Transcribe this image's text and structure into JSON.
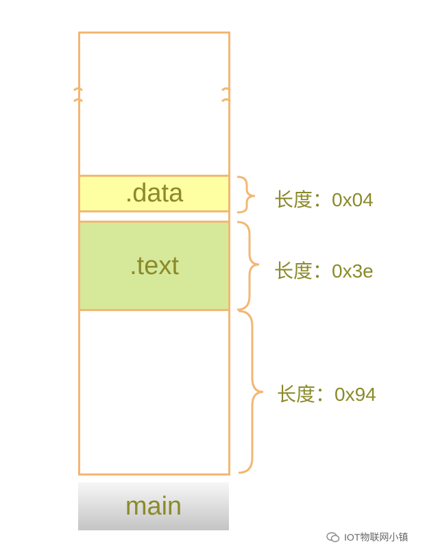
{
  "segments": {
    "data_label": ".data",
    "text_label": ".text",
    "main_label": "main"
  },
  "lengths": {
    "data": "长度：0x04",
    "text": "长度：0x3e",
    "main": "长度：0x94"
  },
  "watermark": "IOT物联网小镇",
  "colors": {
    "border": "#f2b774",
    "data_fill": "#fefea2",
    "text_fill": "#d6e89a",
    "label_text": "#8a8a2a"
  }
}
